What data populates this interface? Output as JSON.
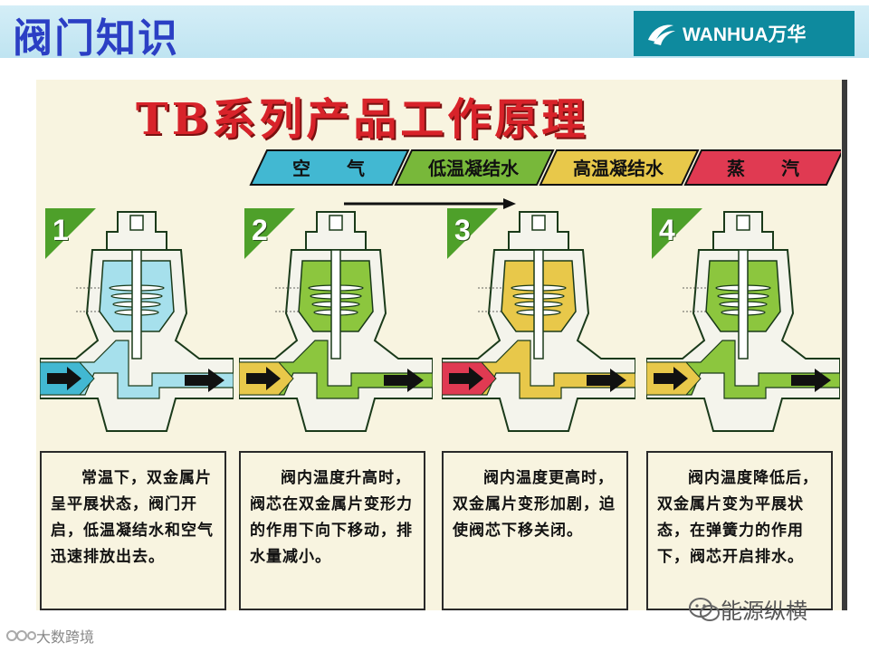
{
  "header": {
    "title": "阀门知识",
    "logo_text": "WANHUA万华"
  },
  "panel": {
    "title": "TB系列产品工作原理"
  },
  "legend": [
    {
      "label": "空　　气",
      "color": "#42b8d2"
    },
    {
      "label": "低温凝结水",
      "color": "#78b83a"
    },
    {
      "label": "高温凝结水",
      "color": "#e8c84a"
    },
    {
      "label": "蒸　　汽",
      "color": "#e03a52"
    }
  ],
  "stages": [
    {
      "number": "1",
      "fill": "#a6e0ec",
      "inlet": "#42b8d2",
      "text": "常温下，双金属片呈平展状态，阀门开启，低温凝结水和空气迅速排放出去。"
    },
    {
      "number": "2",
      "fill": "#8cc63e",
      "inlet": "#e8c84a",
      "text": "阀内温度升高时，阀芯在双金属片变形力的作用下向下移动，排水量减小。"
    },
    {
      "number": "3",
      "fill": "#e8c84a",
      "inlet": "#e03a52",
      "text": "阀内温度更高时，双金属片变形加剧，迫使阀芯下移关闭。"
    },
    {
      "number": "4",
      "fill": "#8cc63e",
      "inlet": "#e8c84a",
      "text": "阀内温度降低后，双金属片变为平展状态，在弹簧力的作用下，阀芯开启排水。"
    }
  ],
  "watermarks": {
    "right": "能源纵横",
    "left": "大数跨境"
  },
  "colors": {
    "header_band": "#c8e8f4",
    "title_blue": "#2b3fc4",
    "logo_teal": "#0e8a9e",
    "panel_bg": "#f8f4e0",
    "panel_title_red": "#d8232a",
    "badge_green": "#4ea02a"
  }
}
